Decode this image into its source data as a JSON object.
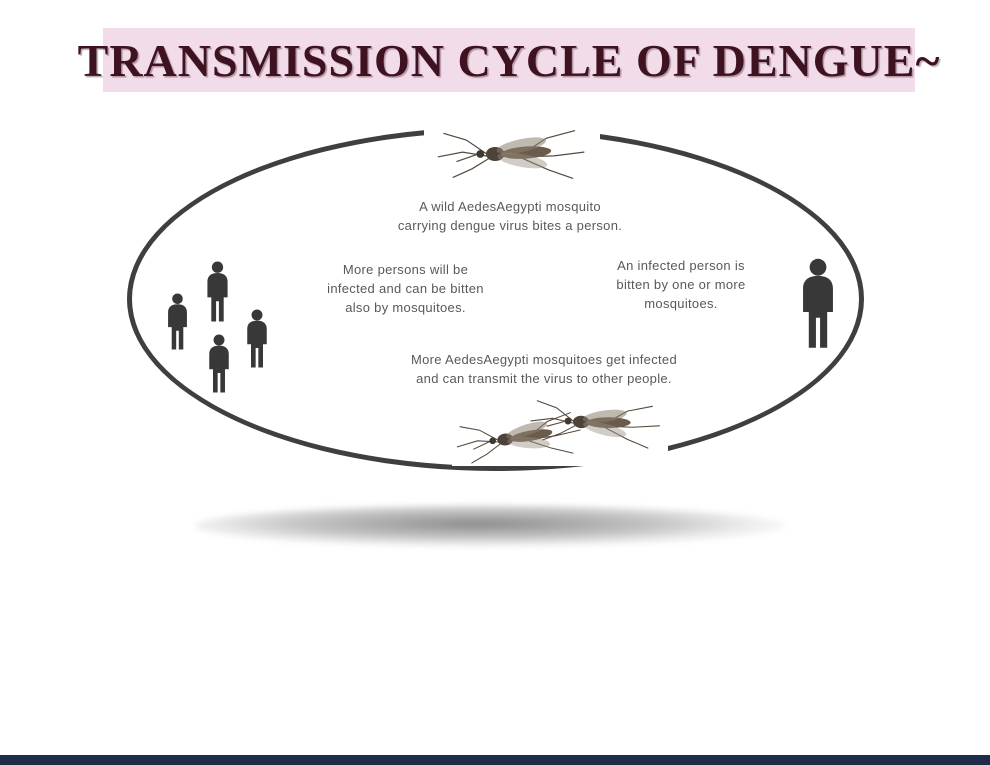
{
  "title_banner": {
    "text": "TRANSMISSION CYCLE OF DENGUE~"
  },
  "cycle_steps": {
    "top": "A wild AedesAegypti mosquito\ncarrying dengue virus bites a person.",
    "right": "An infected person is\nbitten by one or more\nmosquitoes.",
    "bottom": "More AedesAegypti mosquitoes get infected\nand can transmit the virus to other people.",
    "left": "More persons will be\ninfected and can be bitten\nalso by mosquitoes."
  },
  "icons": {
    "top": "mosquito-icon",
    "right": "infected-person-icon",
    "bottom": "mosquito-pair-icon",
    "left": "people-group-icon"
  },
  "colors": {
    "banner_background": "#f2dcea",
    "banner_text": "#3f1222",
    "ellipse_border": "#3f3f3f",
    "step_text": "#595959",
    "silhouette": "#383838",
    "bottom_bar": "#1e2b49"
  }
}
